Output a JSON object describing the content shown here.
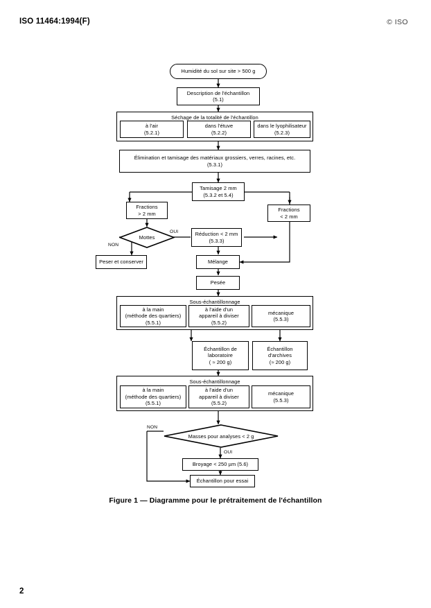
{
  "header": {
    "standard_ref": "ISO 11464:1994(F)",
    "copyright": "© ISO"
  },
  "page_number": "2",
  "caption": "Figure 1 — Diagramme pour le prétraitement de l'échantillon",
  "chart_data": {
    "type": "diagram",
    "title": "Figure 1 — Diagramme pour le prétraitement de l'échantillon",
    "nodes": [
      {
        "id": "start",
        "shape": "rounded",
        "lines": [
          "Humidité du sol sur site > 500 g"
        ]
      },
      {
        "id": "desc",
        "shape": "rect",
        "lines": [
          "Description de l'échantillon",
          "(5.1)"
        ]
      },
      {
        "id": "sechage",
        "shape": "group",
        "lines": [
          "Séchage de la totalité de l'échantillon"
        ]
      },
      {
        "id": "air",
        "shape": "rect",
        "lines": [
          "à l'air",
          "(5.2.1)"
        ]
      },
      {
        "id": "etuve",
        "shape": "rect",
        "lines": [
          "dans l'étuve",
          "(5.2.2)"
        ]
      },
      {
        "id": "lyo",
        "shape": "rect",
        "lines": [
          "dans le lyophilisateur",
          "(5.2.3)"
        ]
      },
      {
        "id": "elimination",
        "shape": "rect",
        "lines": [
          "Élimination et tamisage des matériaux grossiers, verres, racines, etc.",
          "(5.3.1)"
        ]
      },
      {
        "id": "tamisage",
        "shape": "rect",
        "lines": [
          "Tamisage 2 mm",
          "(5.3.2 et 5.4)"
        ]
      },
      {
        "id": "frac_sup",
        "shape": "rect",
        "lines": [
          "Fractions",
          "> 2 mm"
        ]
      },
      {
        "id": "frac_inf",
        "shape": "rect",
        "lines": [
          "Fractions",
          "< 2 mm"
        ]
      },
      {
        "id": "mottes",
        "shape": "diamond",
        "lines": [
          "Mottes"
        ]
      },
      {
        "id": "peser",
        "shape": "rect",
        "lines": [
          "Peser et conserver"
        ]
      },
      {
        "id": "reduction",
        "shape": "rect",
        "lines": [
          "Réduction < 2 mm",
          "(5.3.3)"
        ]
      },
      {
        "id": "melange",
        "shape": "rect",
        "lines": [
          "Mélange"
        ]
      },
      {
        "id": "pesee",
        "shape": "rect",
        "lines": [
          "Pesée"
        ]
      },
      {
        "id": "sousech1",
        "shape": "group",
        "lines": [
          "Sous-échantillonnage"
        ]
      },
      {
        "id": "main1",
        "shape": "rect",
        "lines": [
          "à la main",
          "(méthode des quartiers)",
          "(5.5.1)"
        ]
      },
      {
        "id": "appareil1",
        "shape": "rect",
        "lines": [
          "à l'aide d'un",
          "appareil à diviser",
          "(5.5.2)"
        ]
      },
      {
        "id": "meca1",
        "shape": "rect",
        "lines": [
          "mécanique",
          "(5.5.3)"
        ]
      },
      {
        "id": "labo",
        "shape": "rect",
        "lines": [
          "Échantillon de",
          "laboratoire",
          "( ≈ 200 g)"
        ]
      },
      {
        "id": "archives",
        "shape": "rect",
        "lines": [
          "Échantillon",
          "d'archives",
          "(≈  200 g)"
        ]
      },
      {
        "id": "sousech2",
        "shape": "group",
        "lines": [
          "Sous-échantillonnage"
        ]
      },
      {
        "id": "main2",
        "shape": "rect",
        "lines": [
          "à la main",
          "(méthode des quartiers)",
          "(5.5.1)"
        ]
      },
      {
        "id": "appareil2",
        "shape": "rect",
        "lines": [
          "à l'aide d'un",
          "appareil à diviser",
          "(5.5.2)"
        ]
      },
      {
        "id": "meca2",
        "shape": "rect",
        "lines": [
          "mécanique",
          "(5.5.3)"
        ]
      },
      {
        "id": "masses",
        "shape": "diamond",
        "lines": [
          "Masses pour analyses < 2 g"
        ]
      },
      {
        "id": "broyage",
        "shape": "rect",
        "lines": [
          "Broyage < 250 µm (5.6)"
        ]
      },
      {
        "id": "essai",
        "shape": "rect",
        "lines": [
          "Échantillon pour essai"
        ]
      }
    ],
    "edge_labels": {
      "mottes_oui": "OUI",
      "mottes_non": "NON",
      "masses_oui": "OUI",
      "masses_non": "NON"
    }
  }
}
